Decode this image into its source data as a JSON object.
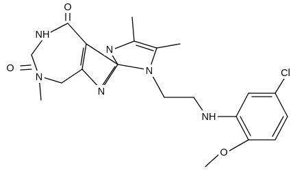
{
  "molecule": {
    "atoms": [
      {
        "id": "o6",
        "symbol": "O"
      },
      {
        "id": "n1",
        "symbol": "NH"
      },
      {
        "id": "o2",
        "symbol": "O"
      },
      {
        "id": "n3",
        "symbol": "N"
      },
      {
        "id": "n9",
        "symbol": "N"
      },
      {
        "id": "n7",
        "symbol": "N"
      },
      {
        "id": "n8",
        "symbol": "N"
      },
      {
        "id": "nh",
        "symbol": "NH"
      },
      {
        "id": "cl",
        "symbol": "Cl"
      },
      {
        "id": "o_me",
        "symbol": "O"
      }
    ]
  }
}
